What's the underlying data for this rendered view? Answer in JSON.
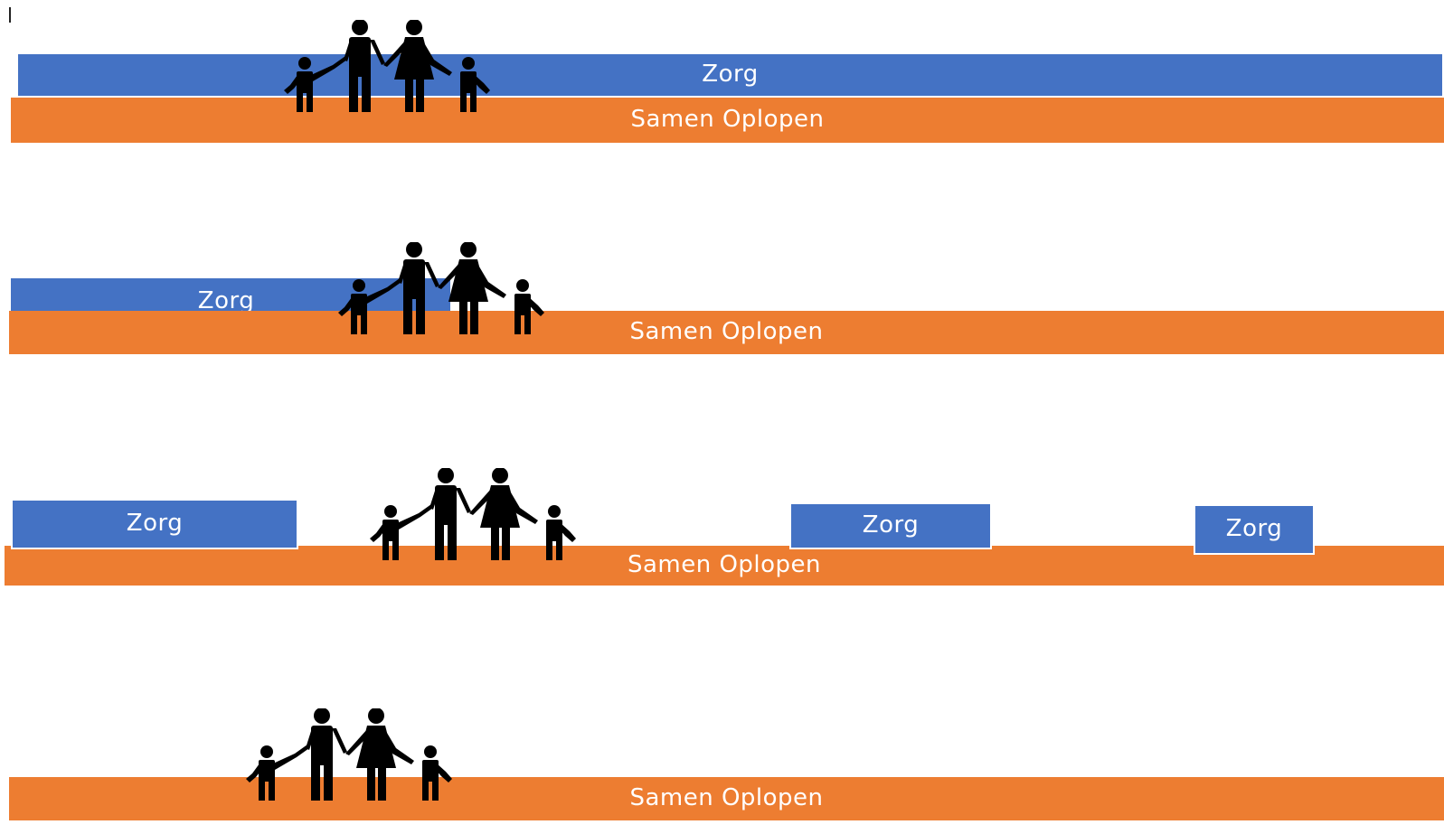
{
  "colors": {
    "zorg": "#4472c4",
    "samen_oplopen": "#ed7d31",
    "figures": "#000000",
    "background": "#ffffff"
  },
  "icons": {
    "family": "family-icon"
  },
  "scenes": [
    {
      "zorg_labels": [
        "Zorg"
      ],
      "samen_label": "Samen Oplopen"
    },
    {
      "zorg_labels": [
        "Zorg"
      ],
      "samen_label": "Samen Oplopen"
    },
    {
      "zorg_labels": [
        "Zorg",
        "Zorg",
        "Zorg"
      ],
      "samen_label": "Samen Oplopen"
    },
    {
      "zorg_labels": [],
      "samen_label": "Samen Oplopen"
    }
  ]
}
